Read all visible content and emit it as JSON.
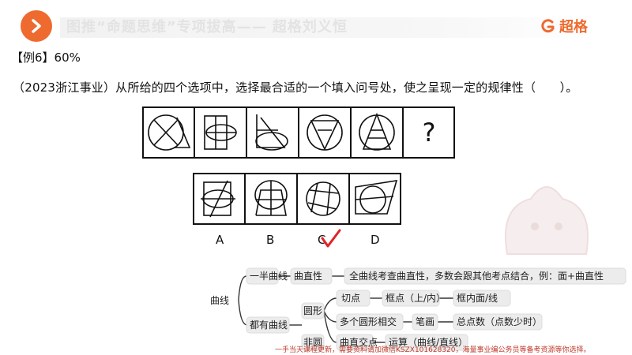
{
  "header": {
    "title": "图推“命题思维”专项拔高—— 超格刘义恒",
    "logo_text": "超格",
    "colors": {
      "accent": "#ee6a2f"
    }
  },
  "example": {
    "label": "【例6】60%"
  },
  "question": {
    "text": "（2023浙江事业）从所给的四个选项中，选择最合适的一个填入问号处，使之呈现一定的规律性（　　）。"
  },
  "puzzle": {
    "question_mark": "?"
  },
  "options": {
    "letters": [
      "A",
      "B",
      "C",
      "D"
    ],
    "checked": "C"
  },
  "mindmap": {
    "root": "曲线",
    "half": "一半曲线",
    "half_child": "曲直性",
    "half_note": "全曲线考查曲直性，多数会跟其他考点结合，例：面+曲直性",
    "all": "都有曲线",
    "circle": "圆形",
    "tangent": "切点",
    "frame_point": "框点（上/内）",
    "frame_in": "框内面/线",
    "multi": "多个圆形相交",
    "stroke": "笔画",
    "total": "总点数（点数少时）",
    "noncircle": "非圆",
    "curve_cross": "曲直交点",
    "calc": "运算（曲线/直线）"
  },
  "footer": {
    "text": "一手当天课程更新，需要资料请加微信KSZX101628320，海量事业编公务员等备考资源等你选择。"
  }
}
